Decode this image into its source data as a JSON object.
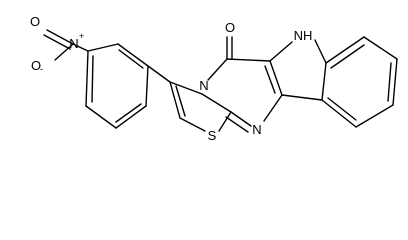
{
  "molecule": {
    "atom_labels": {
      "nitro_oxygen_top": "O",
      "nitro_nitrogen": "N",
      "nitro_nitrogen_charge": "+",
      "nitro_oxygen_bottom": "O",
      "nitro_oxygen_bottom_charge": "-",
      "carbonyl_oxygen": "O",
      "indole_nh": "NH",
      "bridgehead_nitrogen": "N",
      "imine_nitrogen": "N",
      "sulfur": "S"
    },
    "line_color": "#000000",
    "background": "#ffffff"
  }
}
